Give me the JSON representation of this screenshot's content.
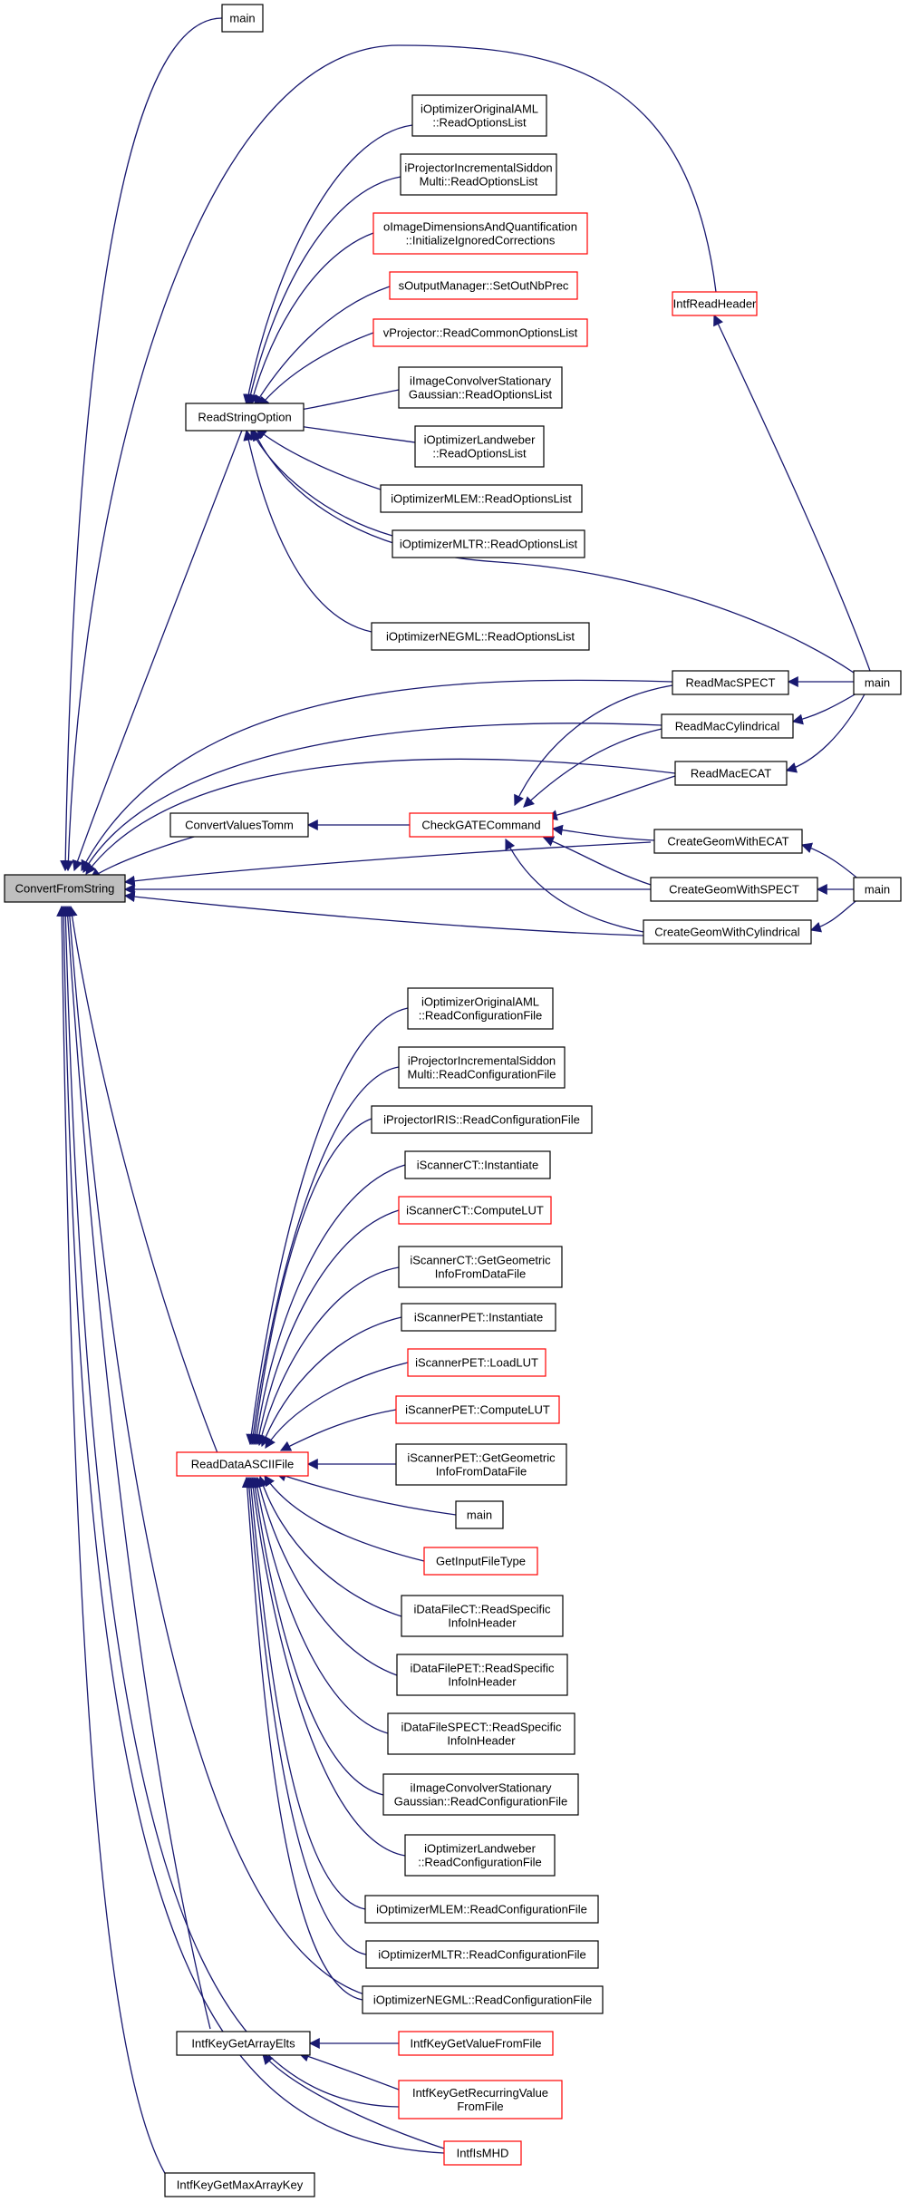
{
  "colors": {
    "edge": "#191970",
    "normal_border": "#000000",
    "highlight_border": "#ff0000",
    "root_fill": "#bfbfbf"
  },
  "nodes": {
    "n_root": [
      "ConvertFromString"
    ],
    "n_main_top": [
      "main"
    ],
    "n_optaml_opts": [
      "iOptimizerOriginalAML",
      "::ReadOptionsList"
    ],
    "n_projinc_opts": [
      "iProjectorIncrementalSiddon",
      "Multi::ReadOptionsList"
    ],
    "n_oimage": [
      "oImageDimensionsAndQuantification",
      "::InitializeIgnoredCorrections"
    ],
    "n_soutput": [
      "sOutputManager::SetOutNbPrec"
    ],
    "n_vproj": [
      "vProjector::ReadCommonOptionsList"
    ],
    "n_iconv_opts": [
      "iImageConvolverStationary",
      "Gaussian::ReadOptionsList"
    ],
    "n_readstring": [
      "ReadStringOption"
    ],
    "n_landw_opts": [
      "iOptimizerLandweber",
      "::ReadOptionsList"
    ],
    "n_mlem_opts": [
      "iOptimizerMLEM::ReadOptionsList"
    ],
    "n_mltr_opts": [
      "iOptimizerMLTR::ReadOptionsList"
    ],
    "n_negml_opts": [
      "iOptimizerNEGML::ReadOptionsList"
    ],
    "n_intfreadheader": [
      "IntfReadHeader"
    ],
    "n_readmacspect": [
      "ReadMacSPECT"
    ],
    "n_main_r1": [
      "main"
    ],
    "n_readmaccyl": [
      "ReadMacCylindrical"
    ],
    "n_readmacecat": [
      "ReadMacECAT"
    ],
    "n_convvalues": [
      "ConvertValuesTomm"
    ],
    "n_checkgate": [
      "CheckGATECommand"
    ],
    "n_creategeomecat": [
      "CreateGeomWithECAT"
    ],
    "n_creategeomspect": [
      "CreateGeomWithSPECT"
    ],
    "n_main_r2": [
      "main"
    ],
    "n_creategeomcyl": [
      "CreateGeomWithCylindrical"
    ],
    "n_optaml_conf": [
      "iOptimizerOriginalAML",
      "::ReadConfigurationFile"
    ],
    "n_projinc_conf": [
      "iProjectorIncrementalSiddon",
      "Multi::ReadConfigurationFile"
    ],
    "n_projiris_conf": [
      "iProjectorIRIS::ReadConfigurationFile"
    ],
    "n_scanct_inst": [
      "iScannerCT::Instantiate"
    ],
    "n_scanct_lut": [
      "iScannerCT::ComputeLUT"
    ],
    "n_scanct_geo": [
      "iScannerCT::GetGeometric",
      "InfoFromDataFile"
    ],
    "n_scanpet_inst": [
      "iScannerPET::Instantiate"
    ],
    "n_scanpet_load": [
      "iScannerPET::LoadLUT"
    ],
    "n_scanpet_lut": [
      "iScannerPET::ComputeLUT"
    ],
    "n_readdata": [
      "ReadDataASCIIFile"
    ],
    "n_scanpet_geo": [
      "iScannerPET::GetGeometric",
      "InfoFromDataFile"
    ],
    "n_main_mid": [
      "main"
    ],
    "n_getinput": [
      "GetInputFileType"
    ],
    "n_dfct": [
      "iDataFileCT::ReadSpecific",
      "InfoInHeader"
    ],
    "n_dfpet": [
      "iDataFilePET::ReadSpecific",
      "InfoInHeader"
    ],
    "n_dfspect": [
      "iDataFileSPECT::ReadSpecific",
      "InfoInHeader"
    ],
    "n_iconv_conf": [
      "iImageConvolverStationary",
      "Gaussian::ReadConfigurationFile"
    ],
    "n_landw_conf": [
      "iOptimizerLandweber",
      "::ReadConfigurationFile"
    ],
    "n_mlem_conf": [
      "iOptimizerMLEM::ReadConfigurationFile"
    ],
    "n_mltr_conf": [
      "iOptimizerMLTR::ReadConfigurationFile"
    ],
    "n_negml_conf": [
      "iOptimizerNEGML::ReadConfigurationFile"
    ],
    "n_getarray": [
      "IntfKeyGetArrayElts"
    ],
    "n_getvalue": [
      "IntfKeyGetValueFromFile"
    ],
    "n_getrecurring": [
      "IntfKeyGetRecurringValue",
      "FromFile"
    ],
    "n_ismhd": [
      "IntfIsMHD"
    ],
    "n_getmax": [
      "IntfKeyGetMaxArrayKey"
    ]
  }
}
